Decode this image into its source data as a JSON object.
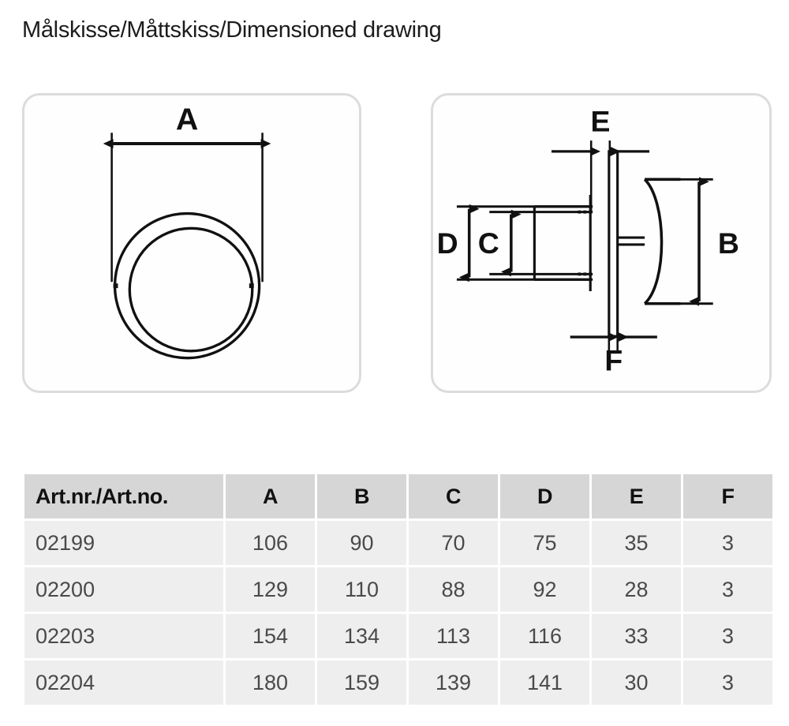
{
  "page": {
    "title": "Målskisse/Måttskiss/Dimensioned drawing",
    "background_color": "#ffffff"
  },
  "drawings": {
    "panel_border_color": "#dcdcdc",
    "line_color": "#111111",
    "front_view": {
      "name": "front-view",
      "dimension_labels": [
        "A"
      ],
      "description_letters": {
        "a": "A"
      }
    },
    "side_view": {
      "name": "side-section-view",
      "dimension_labels": [
        "E",
        "D",
        "C",
        "B",
        "F"
      ],
      "description_letters": {
        "e": "E",
        "d": "D",
        "c": "C",
        "b": "B",
        "f": "F"
      }
    }
  },
  "table": {
    "headers": {
      "article": "Art.nr./Art.no.",
      "a": "A",
      "b": "B",
      "c": "C",
      "d": "D",
      "e": "E",
      "f": "F"
    },
    "header_bg": "#d6d6d6",
    "cell_bg": "#eeeeee",
    "rows": [
      {
        "article": "02199",
        "a": "106",
        "b": "90",
        "c": "70",
        "d": "75",
        "e": "35",
        "f": "3"
      },
      {
        "article": "02200",
        "a": "129",
        "b": "110",
        "c": "88",
        "d": "92",
        "e": "28",
        "f": "3"
      },
      {
        "article": "02203",
        "a": "154",
        "b": "134",
        "c": "113",
        "d": "116",
        "e": "33",
        "f": "3"
      },
      {
        "article": "02204",
        "a": "180",
        "b": "159",
        "c": "139",
        "d": "141",
        "e": "30",
        "f": "3"
      }
    ]
  }
}
